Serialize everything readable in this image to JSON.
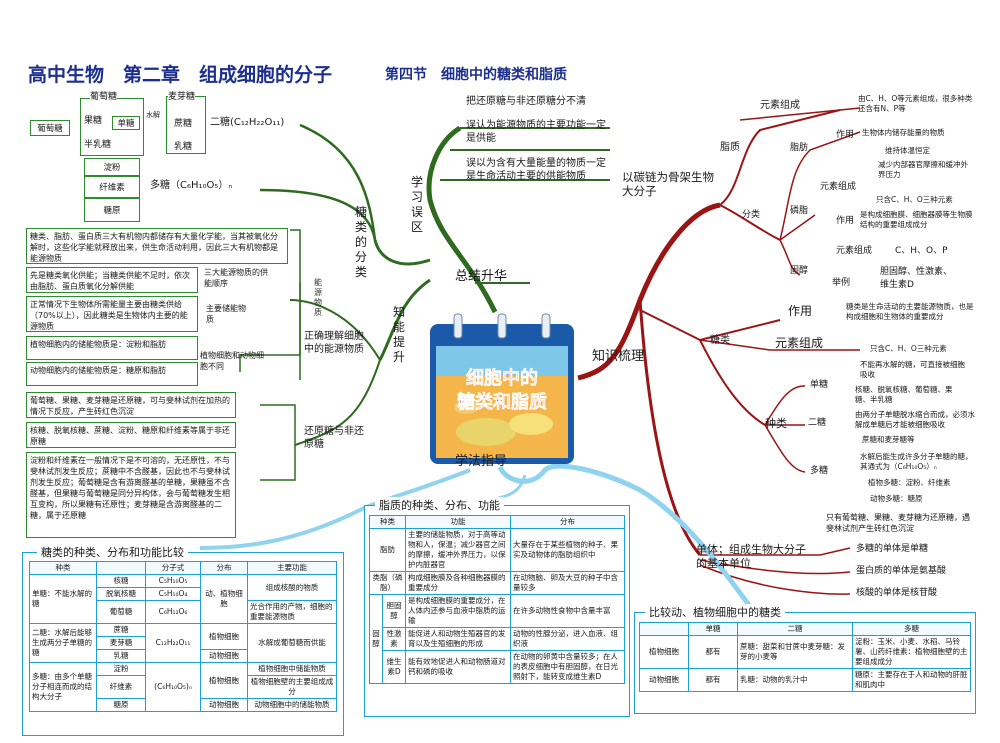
{
  "header": {
    "main": "高中生物　第二章　组成细胞的分子",
    "section": "第四节　细胞中的糖类和脂质"
  },
  "center": {
    "title_line1": "细胞中的",
    "title_line2": "糖类和脂质"
  },
  "hubs": {
    "summary": "总结升华",
    "knowledge": "知识梳理",
    "method": "学法指导"
  },
  "summary_branch": {
    "misunderstanding_label": "学习误区",
    "misconceptions": [
      "把还原糖与非还原糖分不清",
      "误认为能源物质的主要功能一定是供能",
      "误以为含有大量能量的物质一定是生命活动主要的供能物质"
    ],
    "knowledge_label": "知能提升",
    "sugar_class_label": "糖类的分类",
    "sugar_tree": {
      "disaccharide_parent": "葡萄糖",
      "mono_left": "葡萄糖",
      "fructose": "果糖",
      "monosaccharide": "单糖",
      "galactose": "半乳糖",
      "maltose": "麦芽糖",
      "sucrose": "蔗糖",
      "lactose": "乳糖",
      "hydrolysis": "水解",
      "disaccharide_formula": "二糖(C₁₂H₂₂O₁₁)",
      "starch": "淀粉",
      "cellulose": "纤维素",
      "glycogen": "糖原",
      "polysaccharide_formula": "多糖（C₆H₁₀O₅）ₙ"
    },
    "energy_label": "能源物质",
    "energy_main_box": "糖类、脂肪、蛋白质三大有机物内都储存有大量化学能，当其被氧化分解时，这些化学能就释放出来，供生命活动利用，因此三大有机物都是能源物质",
    "energy_items": [
      {
        "text": "先是糖类氧化供能；当糖类供能不足时，依次由脂肪、蛋白质氧化分解供能",
        "tag": "三大能源物质的供能顺序"
      },
      {
        "text": "正常情况下生物体所需能量主要由糖类供给（70%以上），因此糖类是生物体内主要的能源物质",
        "tag": "主要储能物质"
      },
      {
        "text": "植物细胞内的储能物质是：淀粉和脂肪",
        "tag": "植物细胞和动物细胞不同"
      },
      {
        "text": "动物细胞内的储能物质是：糖原和脂肪",
        "tag": ""
      }
    ],
    "energy_understanding": "正确理解细胞中的能源物质",
    "reducing_label": "还原糖与非还原糖",
    "reducing_items": [
      "葡萄糖、果糖、麦芽糖是还原糖，可与斐林试剂在加热的情况下反应，产生砖红色沉淀",
      "核糖、脱氧核糖、蔗糖、淀粉、糖原和纤维素等属于非还原糖",
      "淀粉和纤维素在一般情况下是不可溶的，无还原性，不与斐林试剂发生反应；蔗糖中不含醛基，因此也不与斐林试剂发生反应；葡萄糖是含有游离醛基的单糖，果糖虽不含醛基，但果糖与葡萄糖是同分异构体，会与葡萄糖发生相互变构，所以果糖有还原性；麦芽糖是含游离醛基的二糖，属于还原糖"
    ]
  },
  "knowledge_branch": {
    "carbon_chain": "以碳链为骨架生物大分子",
    "lipid": "脂质",
    "element": "元素组成",
    "lipid_elements": "由C、H、O等元素组成，很多种类还含有N、P等",
    "classify": "分类",
    "fat": "脂肪",
    "function": "作用",
    "fat_fn1": "生物体内储存能量的物质",
    "fat_fn2": "维持体温恒定",
    "fat_fn3": "减少内部器官摩擦和缓冲外界压力",
    "fat_elem": "只含C、H、O三种元素",
    "phospholipid": "磷脂",
    "phos_fn": "是构成细胞膜、细胞器膜等生物膜结构的重要组成成分",
    "sterol": "固醇",
    "sterol_elem_label": "元素组成",
    "sterol_elem": "C、H、O、P",
    "example": "举例",
    "sterol_examples": "胆固醇、性激素、维生素D",
    "sugar": "糖类",
    "sugar_fn": "糖类是生命活动的主要能源物质，也是构成细胞和生物体的重要成分",
    "sugar_elem": "只含C、H、O三种元素",
    "kind": "种类",
    "mono": "单糖",
    "mono_desc": "不能再水解的糖，可直接被细胞吸收",
    "mono_ex": "核糖、脱氧核糖、葡萄糖、果糖、半乳糖",
    "di": "二糖",
    "di_desc": "由两分子单糖脱水缩合而成，必须水解成单糖后才能被细胞吸收",
    "di_ex": "蔗糖和麦芽糖等",
    "poly": "多糖",
    "poly_desc": "水解后能生成许多分子单糖的糖，其通式为（C₆H₁₀O₅）ₙ",
    "poly_plant": "植物多糖：淀粉、纤维素",
    "poly_animal": "动物多糖：糖原",
    "reducing_note": "只有葡萄糖、果糖、麦芽糖为还原糖，遇斐林试剂产生砖红色沉淀",
    "monomer": "单体；组成生物大分子的基本单位",
    "monomers": [
      "多糖的单体是单糖",
      "蛋白质的单体是氨基酸",
      "核酸的单体是核苷酸"
    ]
  },
  "table_sugar": {
    "title": "糖类的种类、分布和功能比较",
    "headers": [
      "种类",
      "分子式",
      "分布",
      "主要功能"
    ],
    "rows": [
      [
        "单糖：不能水解的糖",
        "核糖",
        "C₅H₁₀O₅",
        "动、植物细胞",
        "组成核酸的物质"
      ],
      [
        "",
        "脱氧核糖",
        "C₅H₁₀O₄",
        "",
        ""
      ],
      [
        "",
        "葡萄糖",
        "C₆H₁₂O₆",
        "",
        "光合作用的产物，细胞的重要能源物质"
      ],
      [
        "二糖：水解后能够生成两分子单糖的糖",
        "蔗糖",
        "C₁₂H₂₂O₁₁",
        "植物细胞",
        "水解成葡萄糖而供能"
      ],
      [
        "",
        "麦芽糖",
        "",
        "",
        ""
      ],
      [
        "",
        "乳糖",
        "",
        "动物细胞",
        ""
      ],
      [
        "多糖：由多个单糖分子相连而成的结构大分子",
        "淀粉",
        "(C₆H₁₀O₅)ₙ",
        "植物细胞",
        "植物细胞中储能物质"
      ],
      [
        "",
        "纤维素",
        "",
        "",
        "植物细胞壁的主要组成成分"
      ],
      [
        "",
        "糖原",
        "",
        "动物细胞",
        "动物细胞中的储能物质"
      ]
    ]
  },
  "table_lipid": {
    "title": "脂质的种类、分布、功能",
    "headers": [
      "种类",
      "功能",
      "分布"
    ],
    "rows": [
      [
        "脂肪",
        "主要的储能物质，对于高等动物和人，保温；减少器官之间的摩擦，缓冲外界压力，以保护内脏器官",
        "大量存在于某些植物的种子、果实及动物体的脂肪组织中"
      ],
      [
        "类脂（磷脂）",
        "构成细胞膜及各种细胞器膜的重要成分",
        "在动物脑、卵及大豆的种子中含量较多"
      ],
      [
        "胆固醇",
        "是构成细胞膜的重要成分，在人体内还参与血液中脂质的运输",
        "在许多动物性食物中含量丰富"
      ],
      [
        "性激素",
        "能促进人和动物生殖器官的发育以及生殖细胞的形成",
        "动物的性腺分泌，进入血液、组织液"
      ],
      [
        "维生素D",
        "能有效地促进人和动物肠道对钙和磷的吸收",
        "在动物的卵黄中含量较多；在人的表皮细胞中有胆固醇，在日光照射下，能转变成维生素D"
      ]
    ],
    "sterol_group": "固醇"
  },
  "table_cell": {
    "title": "比较动、植物细胞中的糖类",
    "headers": [
      "",
      "单糖",
      "二糖",
      "多糖"
    ],
    "rows": [
      [
        "植物细胞",
        "都有",
        "蔗糖：甜菜和甘蔗中麦芽糖：发芽的小麦等",
        "淀粉：玉米、小麦、水稻、马铃薯、山药纤维素：植物细胞壁的主要组成成分"
      ],
      [
        "动物细胞",
        "都有",
        "乳糖：动物的乳汁中",
        "糖原：主要存在于人和动物的肝脏和肌肉中"
      ]
    ]
  },
  "colors": {
    "green_branch": "#2f6b1f",
    "red_branch": "#9b1414",
    "blue_branch": "#8fd3f0",
    "title": "#1c2f8f",
    "box_border": "#2e8b2e",
    "table_border": "#1d9fd8"
  }
}
